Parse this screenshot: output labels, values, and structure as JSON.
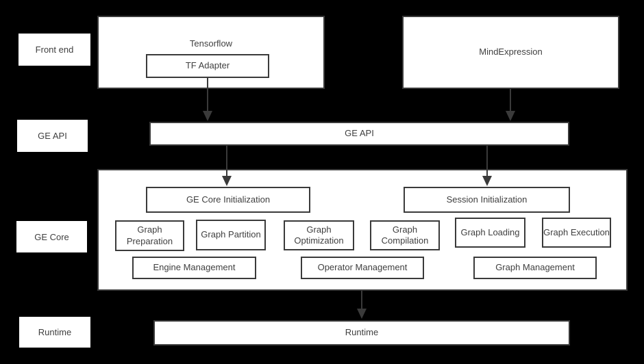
{
  "colors": {
    "background": "#000000",
    "box_fill": "#ffffff",
    "border": "#3a3a3a",
    "text": "#3f3f3f",
    "arrow": "#3a3a3a"
  },
  "side_labels": [
    {
      "label": "Front end"
    },
    {
      "label": "GE API"
    },
    {
      "label": "GE Core"
    },
    {
      "label": "Runtime"
    }
  ],
  "front_end": {
    "tensorflow": {
      "title": "Tensorflow",
      "adapter_label": "TF Adapter"
    },
    "mind_expression": {
      "title": "MindExpression"
    }
  },
  "ge_api_bar": {
    "label": "GE API"
  },
  "ge_core": {
    "init_boxes": [
      {
        "label": "GE Core Initialization"
      },
      {
        "label": "Session Initialization"
      }
    ],
    "stage_boxes": [
      {
        "label": "Graph Preparation"
      },
      {
        "label": "Graph Partition"
      },
      {
        "label": "Graph Optimization"
      },
      {
        "label": "Graph Compilation"
      },
      {
        "label": "Graph Loading"
      },
      {
        "label": "Graph Execution"
      }
    ],
    "management_boxes": [
      {
        "label": "Engine Management"
      },
      {
        "label": "Operator Management"
      },
      {
        "label": "Graph Management"
      }
    ]
  },
  "runtime_bar": {
    "label": "Runtime"
  }
}
